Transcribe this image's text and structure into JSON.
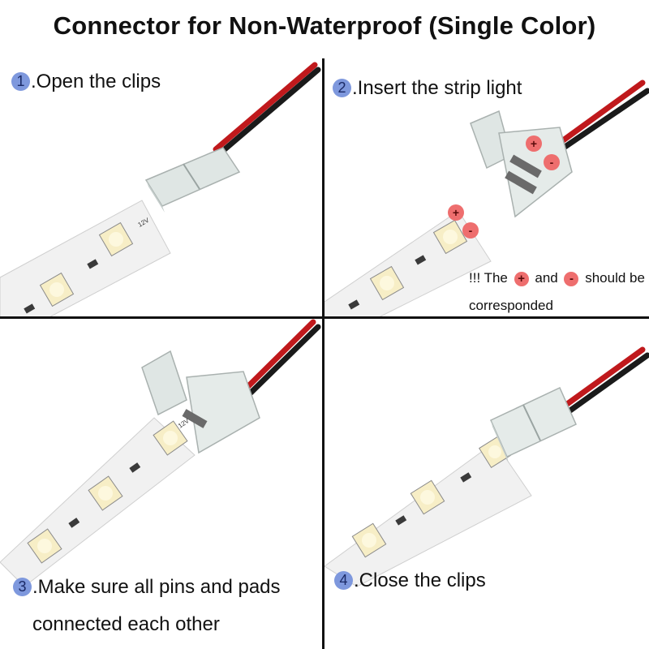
{
  "title": "Connector for Non-Waterproof (Single Color)",
  "steps": [
    {
      "num": "1",
      "text": ".Open the clips"
    },
    {
      "num": "2",
      "text": ".Insert the strip light"
    },
    {
      "num": "3",
      "text": ".Make sure all pins and pads\nconnected each other"
    },
    {
      "num": "4",
      "text": ".Close the clips"
    }
  ],
  "note": {
    "prefix": "!!! The",
    "plus": "+",
    "middle": "and",
    "minus": "-",
    "suffix": "should be corresponded"
  },
  "pad_labels": {
    "plus": "+",
    "minus": "-",
    "voltage": "12V"
  },
  "colors": {
    "step_badge": "#7e98dd",
    "polarity_badge": "#ee6e6e",
    "wire_red": "#c0191c",
    "wire_black": "#1a1a1a",
    "strip": "#f1f1f1",
    "led": "#f7eec6"
  }
}
